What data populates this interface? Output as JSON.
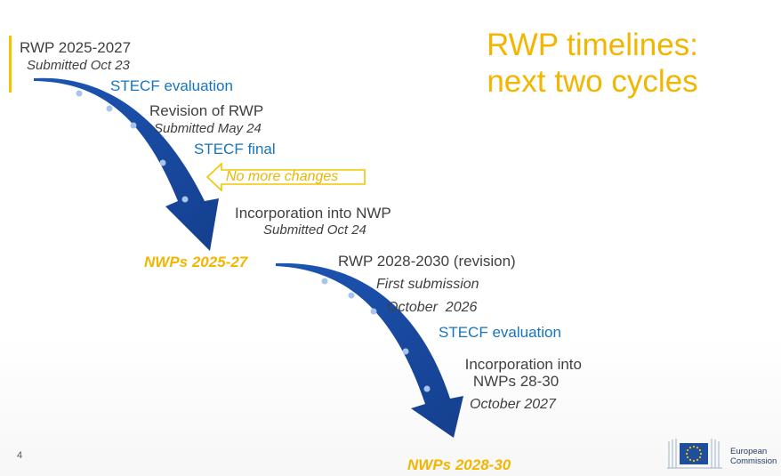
{
  "slide": {
    "title_line1": "RWP timelines:",
    "title_line2": "next two cycles",
    "page_number": "4"
  },
  "cycle1": {
    "rwp": "RWP 2025-2027",
    "rwp_sub": "Submitted Oct 23",
    "stecf_evaluation": "STECF evaluation",
    "revision": "Revision of RWP",
    "revision_sub": "Submitted May 24",
    "stecf_final": "STECF final",
    "callout": "No more changes",
    "incorporation": "Incorporation into NWP",
    "incorporation_sub": "Submitted Oct 24",
    "result": "NWPs 2025-27"
  },
  "cycle2": {
    "rwp": "RWP 2028-2030 (revision)",
    "first_submission": "First submission",
    "first_submission_date": "October  2026",
    "stecf_evaluation": "STECF evaluation",
    "incorporation_line1": "Incorporation into",
    "incorporation_line2": "NWPs 28-30",
    "incorporation_date": "October 2027",
    "result": "NWPs 2028-30"
  },
  "logo": {
    "line1": "European",
    "line2": "Commission"
  },
  "colors": {
    "title": "#f2b600",
    "arrow": "#1b4fa8",
    "stecf_text": "#1675be",
    "body_text": "#404040"
  },
  "icons": [
    "arrow-curve",
    "hollow-left-arrow",
    "eu-flag",
    "commission-building"
  ]
}
